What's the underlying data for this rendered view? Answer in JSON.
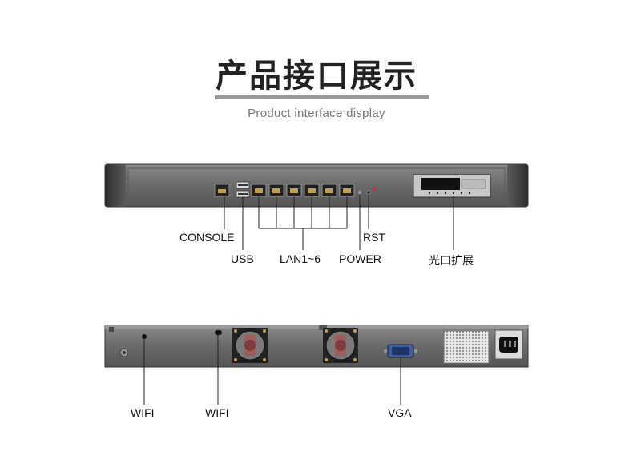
{
  "header": {
    "title": "产品接口展示",
    "subtitle": "Product interface display"
  },
  "front_panel": {
    "labels": {
      "console": "CONSOLE",
      "usb": "USB",
      "lan": "LAN1~6",
      "power": "POWER",
      "rst": "RST",
      "fiber": "光口扩展"
    }
  },
  "rear_panel": {
    "labels": {
      "wifi_1": "WIFI",
      "wifi_2": "WIFI",
      "vga": "VGA"
    }
  },
  "colors": {
    "chassis": "#6d6d6d",
    "chassis_dark": "#3e3e3e",
    "port_copper": "#c2a050",
    "callout_line": "#222222",
    "title_bar": "#9a9a9a"
  }
}
